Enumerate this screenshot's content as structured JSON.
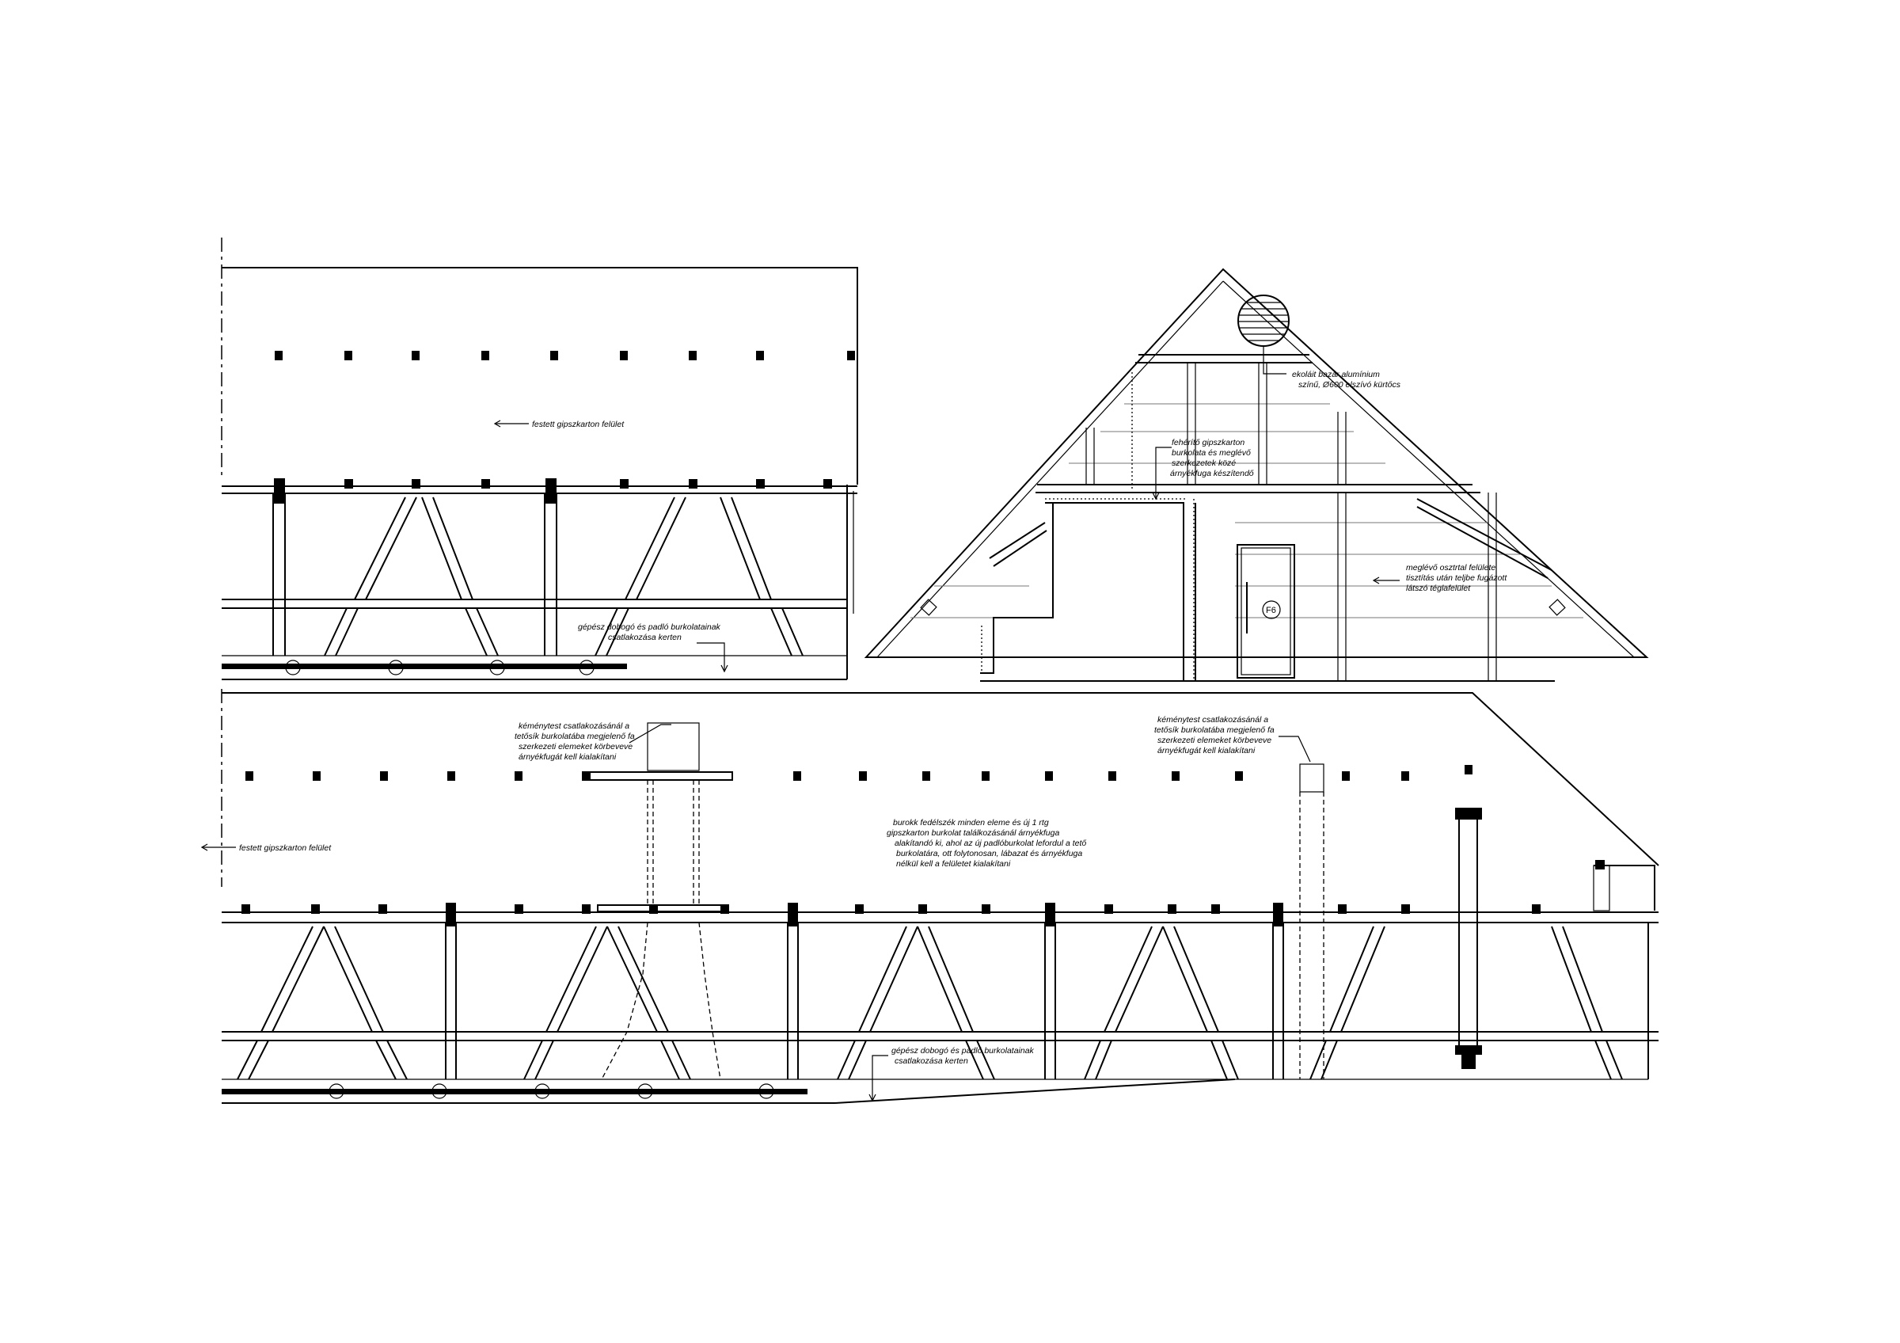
{
  "annotations": {
    "top_left_surface": "festett gipszkarton felület",
    "top_left_ducting": [
      "gépész dobogó és padló burkolatainak",
      "csatlakozása kerten"
    ],
    "gable_vent": [
      "ekoláit bazár alumínium",
      "színű, Ø600 elszívó kürtőcs"
    ],
    "gable_board": [
      "fehérítő gipszkarton",
      "burkolata és meglévő",
      "szerkezetek közé",
      "árnyékfuga készítendő"
    ],
    "gable_wall": [
      "meglévő osztrtal felülete",
      "tisztítás után teljbe fugázott",
      "látszó téglafelület"
    ],
    "door_tag": "F6",
    "chimney_left": [
      "kéménytest csatlakozásánál a",
      "tetősík burkolatába megjelenő fa",
      "szerkezeti elemeket körbeveve",
      "árnyékfugát kell kialakítani"
    ],
    "chimney_right": [
      "kéménytest csatlakozásánál a",
      "tetősík burkolatába megjelenő fa",
      "szerkezeti elemeket körbeveve",
      "árnyékfugát kell kialakítani"
    ],
    "bottom_surface": "festett gipszkarton felület",
    "bottom_center": [
      "burokk fedélszék minden eleme és új 1 rtg",
      "gipszkarton burkolat találkozásánál árnyékfuga",
      "alakítandó ki, ahol az új padlóburkolat lefordul a tető",
      "burkolatára, ott folytonosan, lábazat és árnyékfuga",
      "nélkül kell a felületet kialakítani"
    ],
    "bottom_ducting": [
      "gépész dobogó és padló burkolatainak",
      "csatlakozása kerten"
    ]
  }
}
